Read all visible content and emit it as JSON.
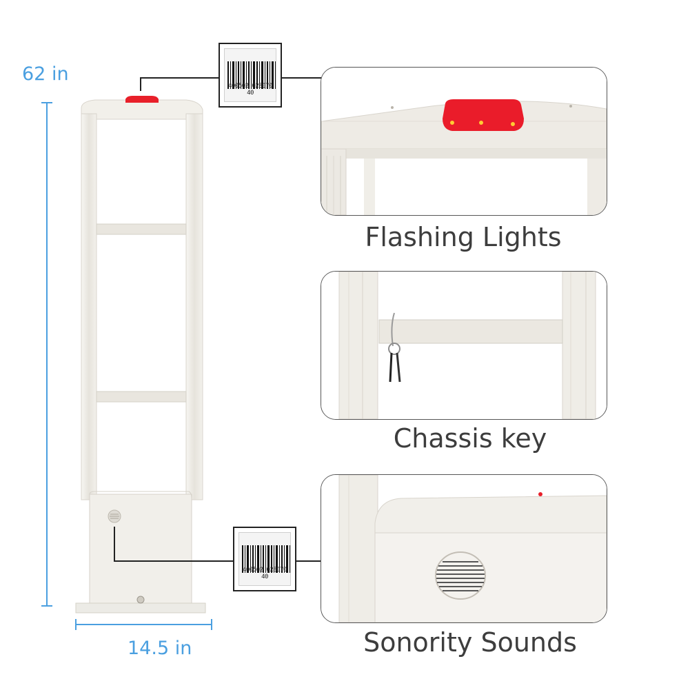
{
  "dimensions": {
    "height_label": "62 in",
    "width_label": "14.5 in",
    "color": "#4a9fe0"
  },
  "tags": {
    "top_tag_number": "400502 028070 40",
    "bottom_tag_number": "400502 028070 40"
  },
  "features": [
    {
      "caption": "Flashing Lights"
    },
    {
      "caption": "Chassis key"
    },
    {
      "caption": "Sonority Sounds"
    }
  ],
  "colors": {
    "frame": "#ebe8e2",
    "alarm_light": "#e8202a",
    "text": "#3d3d3d"
  },
  "icons": [
    "alarm-light-icon",
    "barcode-tag-icon",
    "key-icon",
    "speaker-grille-icon",
    "lock-icon"
  ]
}
